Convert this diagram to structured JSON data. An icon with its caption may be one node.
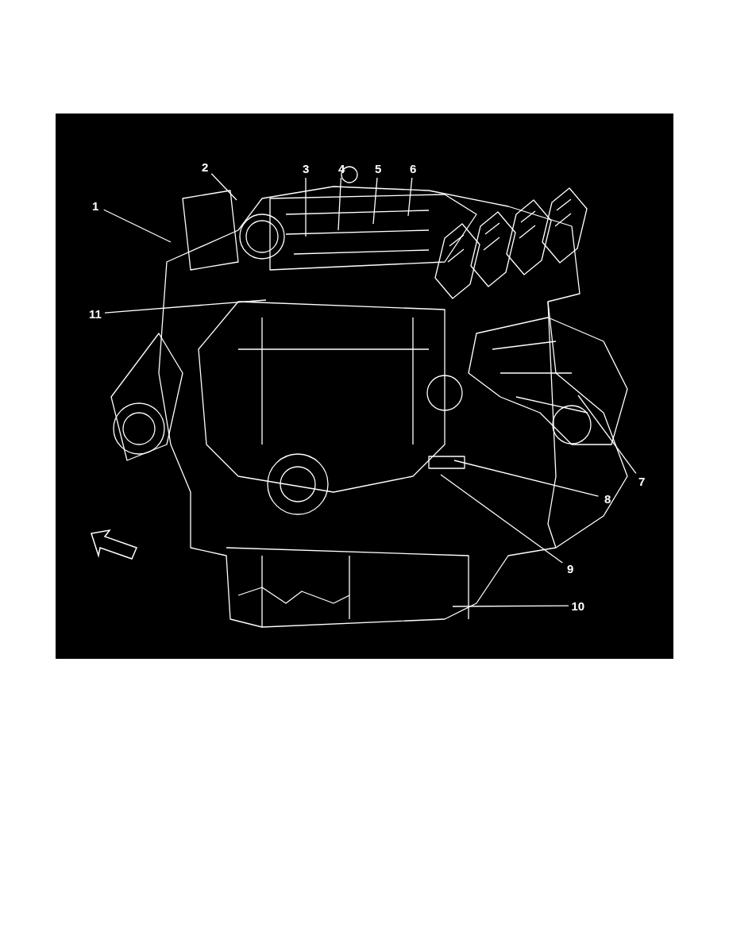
{
  "diagram": {
    "nodes": [
      {
        "text": [
          "1"
        ]
      },
      {
        "text": [
          "2"
        ]
      },
      {
        "text": [
          "3"
        ]
      },
      {
        "text": [
          "4"
        ]
      },
      {
        "text": [
          "5"
        ]
      },
      {
        "text": [
          "6"
        ]
      },
      {
        "text": [
          "7"
        ]
      },
      {
        "text": [
          "8"
        ]
      },
      {
        "text": [
          "9"
        ]
      },
      {
        "text": [
          "10"
        ]
      },
      {
        "text": [
          "11"
        ]
      }
    ],
    "edges": [
      {
        "from": 0,
        "to": null,
        "arrow": "none"
      },
      {
        "from": 1,
        "to": null,
        "arrow": "none"
      },
      {
        "from": 2,
        "to": null,
        "arrow": "none"
      },
      {
        "from": 3,
        "to": null,
        "arrow": "none"
      },
      {
        "from": 4,
        "to": null,
        "arrow": "none"
      },
      {
        "from": 5,
        "to": null,
        "arrow": "none"
      },
      {
        "from": 6,
        "to": null,
        "arrow": "none"
      },
      {
        "from": 7,
        "to": null,
        "arrow": "none"
      },
      {
        "from": 8,
        "to": null,
        "arrow": "none"
      },
      {
        "from": 9,
        "to": null,
        "arrow": "none"
      },
      {
        "from": 10,
        "to": null,
        "arrow": "none"
      }
    ]
  }
}
